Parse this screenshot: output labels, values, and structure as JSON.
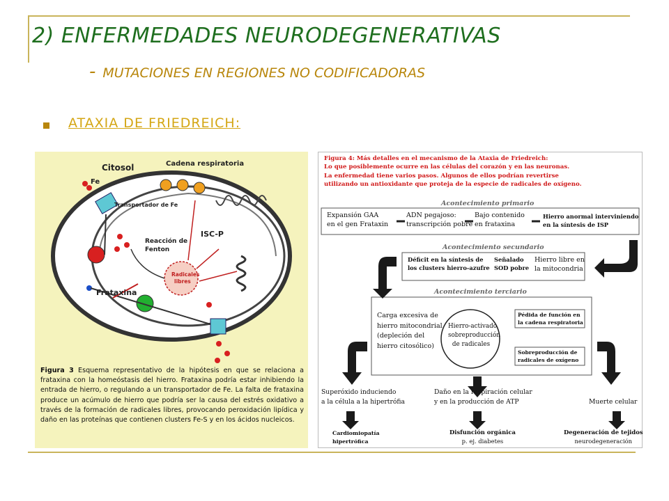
{
  "slide": {
    "title": "2)   ENFERMEDADES NEURODEGENERATIVAS",
    "subtitle_dash": "-",
    "subtitle": "MUTACIONES EN REGIONES NO CODIFICADORAS",
    "heading": "ATAXIA DE FRIEDREICH:"
  },
  "colors": {
    "title": "#1e6e1e",
    "subtitle": "#b8860b",
    "heading": "#d4a614",
    "figure_header": "#d01818"
  },
  "figure3": {
    "labels": {
      "citosol": "Citosol",
      "cadena": "Cadena respiratoria",
      "fe": "Fe",
      "transportador": "Transportador de Fe",
      "reaccion": "Reacción de",
      "fenton": "Fenton",
      "iscp": "ISC-P",
      "radicales1": "Radicales",
      "radicales2": "libres",
      "frataxina": "Frataxina"
    },
    "caption_bold": "Figura 3",
    "caption": "Esquema representativo de la hipótesis en que se relaciona a frataxina con la homeóstasis del hierro. Frataxina podría estar inhibiendo la entrada de hierro, o regulando a un transportador de Fe. La falta de frataxina produce un acúmulo de hierro que podría ser la causa del estrés oxidativo a través de la formación de radicales libres, provocando peroxidación lipídica y daño en las proteínas que contienen clusters Fe-S y en los ácidos nucleicos."
  },
  "figure4": {
    "header": [
      "Figura 4: Más detalles en el mecanismo de la Ataxia de Friedreich:",
      "Lo que posiblemente ocurre en las células del corazón y en las neuronas.",
      "La enfermedad tiene varios pasos. Algunos de ellos podrían revertirse",
      "utilizando un antioxidante que proteja de la especie de radicales de oxígeno."
    ],
    "primary": {
      "title": "Acontecimiento primario",
      "box1": [
        "Expansión GAA",
        "en el gen Frataxin"
      ],
      "box2": [
        "ADN pegajoso:",
        "transcripción pobre"
      ],
      "box3": [
        "Bajo contenido",
        "en frataxina"
      ],
      "box4": [
        "Hierro anormal interviniendo",
        "en la síntesis de ISP"
      ]
    },
    "secondary": {
      "title": "Acontecimiento secundario",
      "box1": [
        "Déficit en la síntesis de",
        "los clusters hierro-azufre"
      ],
      "box2": [
        "Señalado",
        "SOD pobre"
      ],
      "box3": [
        "Hierro libre en",
        "la mitocondria"
      ]
    },
    "tertiary": {
      "title": "Acontecimiento terciario",
      "box1": [
        "Carga excesiva de",
        "hierro mitocondrial",
        "(depleción del",
        "hierro citosólico)"
      ],
      "cycle": [
        "Hierro-activado",
        "sobreproducción",
        "de radicales"
      ],
      "box2": [
        "Pédida de función en",
        "la cadena respiratoria"
      ],
      "box3": [
        "Sobreproducción de",
        "radicales de oxígeno"
      ]
    },
    "outcomes": {
      "left": [
        "Superóxido induciendo",
        "a la célula a la hipertrófia"
      ],
      "center": [
        "Daño en la respiración celular",
        "y en la producción de ATP"
      ],
      "right": [
        "Muerte celular"
      ]
    },
    "results": {
      "left": [
        "Cardiomiopatía",
        "hipertrófica"
      ],
      "center": [
        "Disfunción orgánica",
        "p. ej. diabetes"
      ],
      "right": [
        "Degeneración de tejidos",
        "neurodegeneración"
      ]
    }
  }
}
